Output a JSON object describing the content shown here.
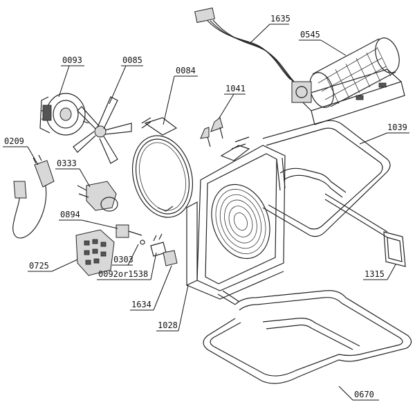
{
  "labels": {
    "p1635": "1635",
    "p0545": "0545",
    "p0093": "0093",
    "p0085": "0085",
    "p0084": "0084",
    "p1041": "1041",
    "p1039": "1039",
    "p0209": "0209",
    "p0333": "0333",
    "p0894": "0894",
    "p0725": "0725",
    "p0303": "0303",
    "p0092": "0092or1538",
    "p1634": "1634",
    "p1028": "1028",
    "p1315": "1315",
    "p0670": "0670"
  }
}
